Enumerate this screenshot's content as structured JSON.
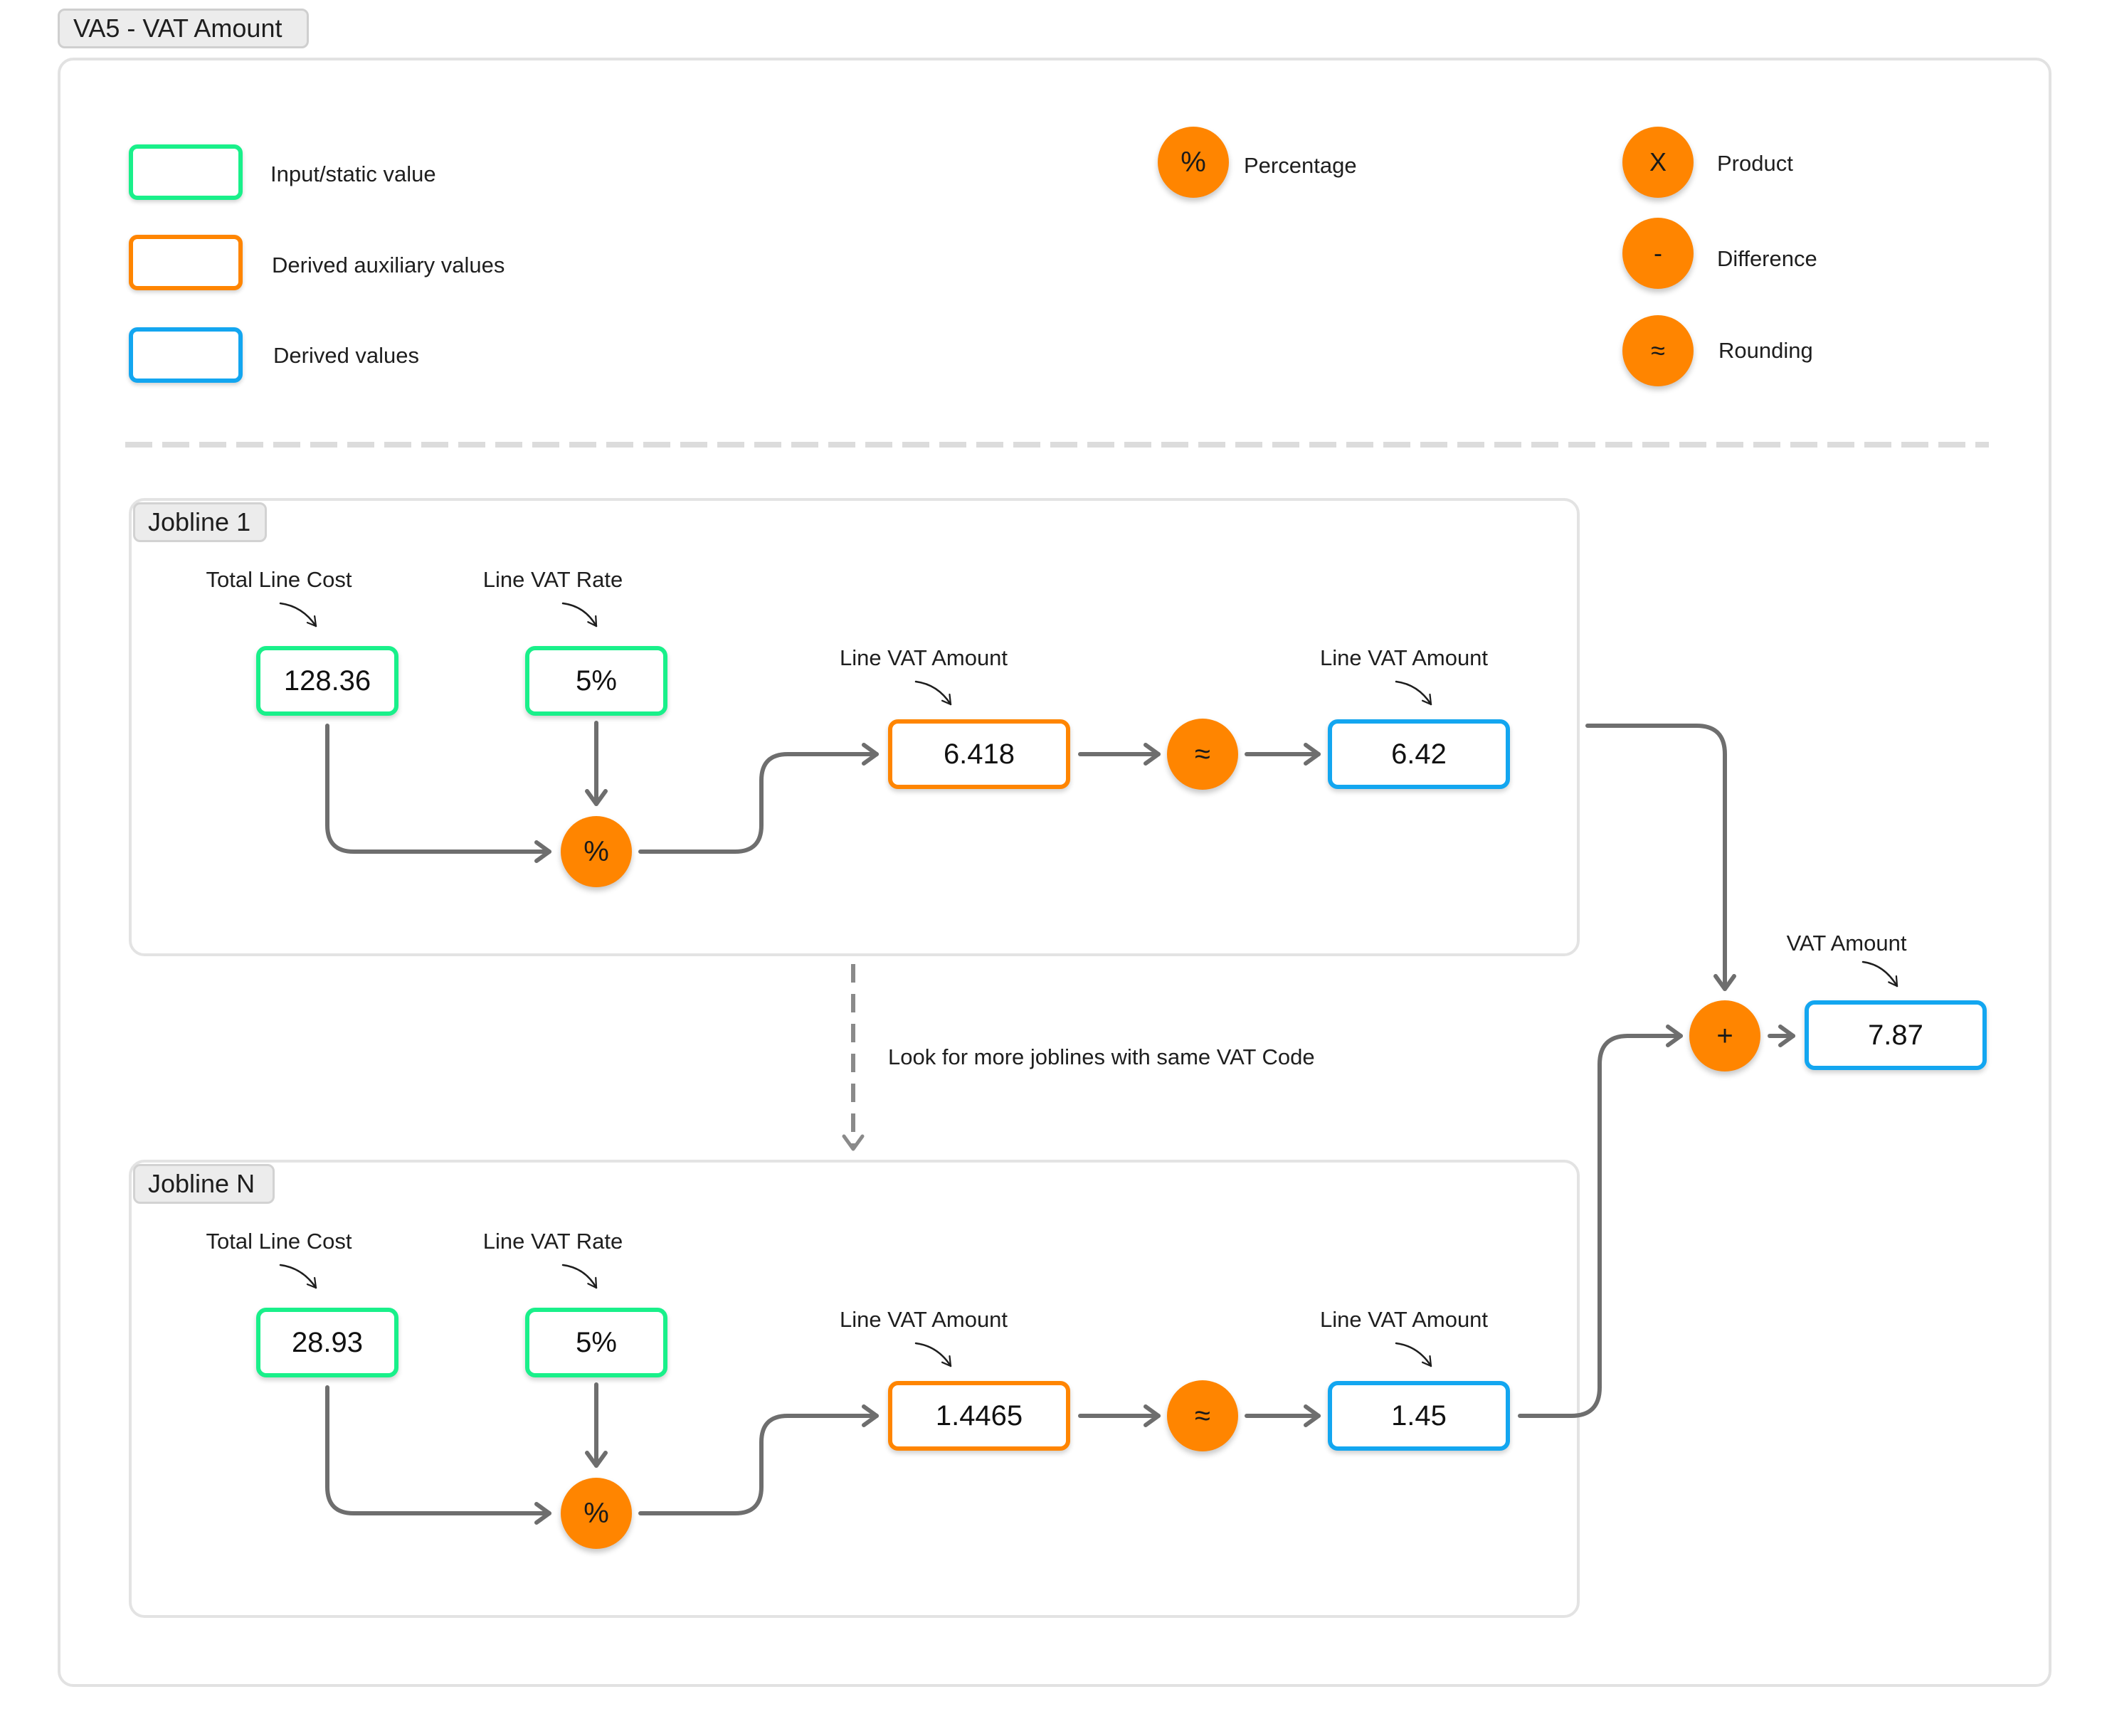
{
  "title": "VA5 - VAT Amount",
  "colors": {
    "input": "#19f08a",
    "auxiliary": "#ff8500",
    "derived": "#13a6f0",
    "operator": "#ff8500",
    "connector": "#6e6e6e"
  },
  "legend": {
    "input": "Input/static value",
    "auxiliary": "Derived auxiliary values",
    "derived": "Derived values",
    "percentage_symbol": "%",
    "percentage": "Percentage",
    "product_symbol": "X",
    "product": "Product",
    "difference_symbol": "-",
    "difference": "Difference",
    "rounding_symbol": "≈",
    "rounding": "Rounding"
  },
  "jobline1": {
    "name": "Jobline 1",
    "total_line_cost_label": "Total Line Cost",
    "total_line_cost": "128.36",
    "line_vat_rate_label": "Line VAT Rate",
    "line_vat_rate": "5%",
    "percentage_symbol": "%",
    "line_vat_amount_label": "Line VAT Amount",
    "line_vat_amount": "6.418",
    "rounding_symbol": "≈",
    "rounded_label": "Line VAT Amount",
    "rounded_amount": "6.42"
  },
  "jobline_n": {
    "name": "Jobline N",
    "total_line_cost_label": "Total Line Cost",
    "total_line_cost": "28.93",
    "line_vat_rate_label": "Line VAT Rate",
    "line_vat_rate": "5%",
    "percentage_symbol": "%",
    "line_vat_amount_label": "Line VAT Amount",
    "line_vat_amount": "1.4465",
    "rounding_symbol": "≈",
    "rounded_label": "Line VAT Amount",
    "rounded_amount": "1.45"
  },
  "loop_note": "Look for more joblines with same VAT Code",
  "sum": {
    "symbol": "+",
    "label": "VAT Amount",
    "value": "7.87"
  }
}
